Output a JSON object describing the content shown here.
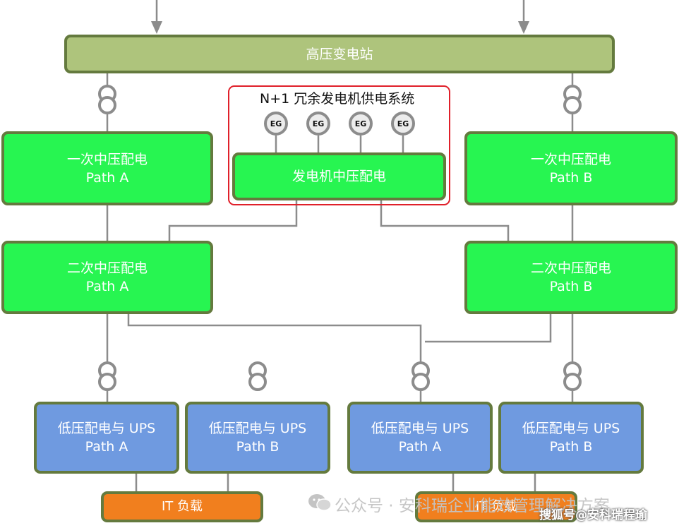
{
  "substation": {
    "label": "高压变电站"
  },
  "generator_system": {
    "title": "N+1 冗余发电机供电系统",
    "generators": [
      "EG",
      "EG",
      "EG",
      "EG"
    ],
    "distribution": "发电机中压配电"
  },
  "primary_mv": [
    {
      "line1": "一次中压配电",
      "line2": "Path A"
    },
    {
      "line1": "一次中压配电",
      "line2": "Path B"
    }
  ],
  "secondary_mv": [
    {
      "line1": "二次中压配电",
      "line2": "Path A"
    },
    {
      "line1": "二次中压配电",
      "line2": "Path B"
    }
  ],
  "lv_ups": [
    {
      "line1": "低压配电与 UPS",
      "line2": "Path A"
    },
    {
      "line1": "低压配电与 UPS",
      "line2": "Path B"
    },
    {
      "line1": "低压配电与 UPS",
      "line2": "Path A"
    },
    {
      "line1": "低压配电与 UPS",
      "line2": "Path B"
    }
  ],
  "it_load": [
    {
      "label": "IT 负载"
    },
    {
      "label": "IT 负载"
    }
  ],
  "watermarks": {
    "wechat": "公众号 · 安科瑞企业能效管理解决方案",
    "sohu": "搜狐号@安科瑞程瑜"
  },
  "colors": {
    "substation": "#aec47c",
    "medium_voltage": "#27f551",
    "lv_ups": "#6f9ae0",
    "it_load": "#f17f1e",
    "border": "#647a3e",
    "generator_frame": "#e0202a",
    "connector": "#8c8c8c"
  }
}
